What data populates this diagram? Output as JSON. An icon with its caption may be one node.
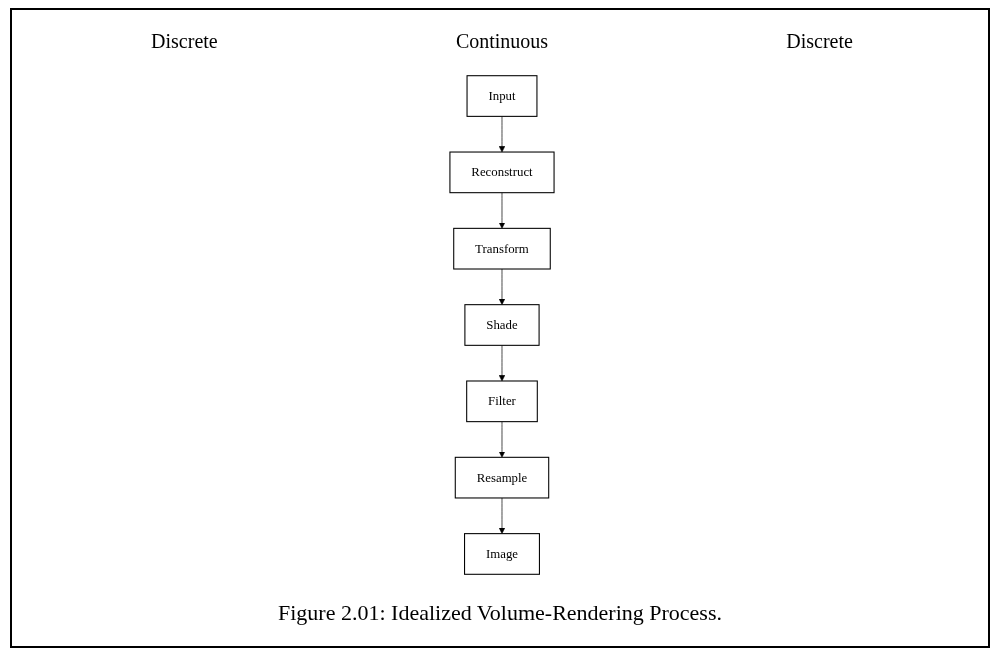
{
  "diagram": {
    "caption": "Figure 2.01: Idealized Volume-Rendering Process.",
    "nodes": [
      {
        "text": [
          "Input"
        ]
      },
      {
        "text": [
          "Reconstruct"
        ]
      },
      {
        "text": [
          "Transform"
        ]
      },
      {
        "text": [
          "Shade"
        ]
      },
      {
        "text": [
          "Filter"
        ]
      },
      {
        "text": [
          "Resample"
        ]
      },
      {
        "text": [
          "Image"
        ]
      }
    ],
    "edges": [
      {
        "from": 0,
        "to": 1,
        "arrow": "to"
      },
      {
        "from": 1,
        "to": 2,
        "arrow": "to"
      },
      {
        "from": 2,
        "to": 3,
        "arrow": "to"
      },
      {
        "from": 3,
        "to": 4,
        "arrow": "to"
      },
      {
        "from": 4,
        "to": 5,
        "arrow": "to"
      },
      {
        "from": 5,
        "to": 6,
        "arrow": "to"
      }
    ],
    "labels": [
      "Discrete",
      "Continuous",
      "Discrete"
    ]
  }
}
